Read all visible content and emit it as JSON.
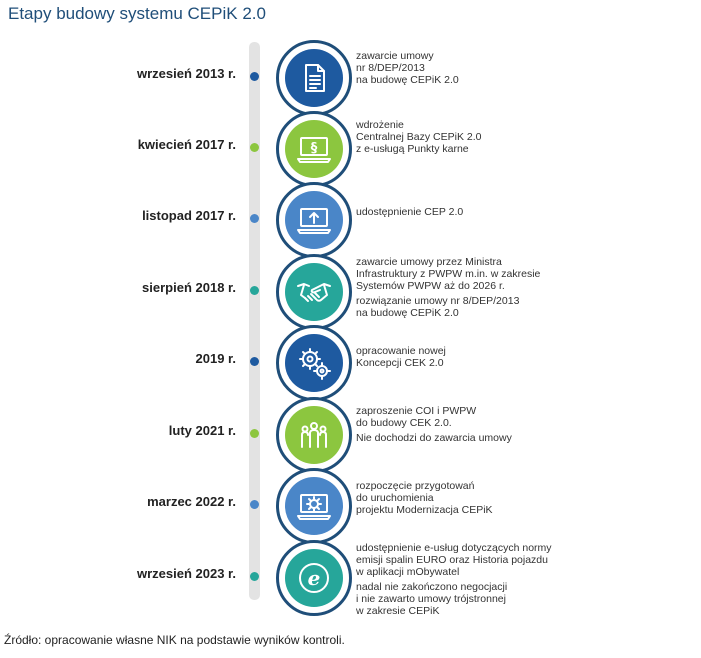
{
  "title": "Etapy budowy systemu CEPiK 2.0",
  "source": "Źródło: opracowanie własne NIK na podstawie wyników kontroli.",
  "milestones": [
    {
      "date": "wrzesień 2013 r.",
      "icon": "document-icon",
      "color": "#1e5aa0",
      "dot": "#1e5aa0",
      "text": [
        "zawarcie umowy\nnr 8/DEP/2013\nna budowę CEPiK 2.0"
      ]
    },
    {
      "date": "kwiecień 2017 r.",
      "icon": "paragraph-laptop-icon",
      "color": "#8cc63f",
      "dot": "#8cc63f",
      "text": [
        "wdrożenie\nCentralnej Bazy CEPiK 2.0\nz e-usługą Punkty karne"
      ]
    },
    {
      "date": "listopad 2017 r.",
      "icon": "upload-laptop-icon",
      "color": "#4a86c8",
      "dot": "#4a86c8",
      "text": [
        "udostępnienie CEP 2.0"
      ]
    },
    {
      "date": "sierpień 2018 r.",
      "icon": "handshake-icon",
      "color": "#26a69a",
      "dot": "#26a69a",
      "text": [
        "zawarcie umowy przez Ministra\nInfrastruktury z PWPW m.in. w zakresie\nSystemów PWPW aż do 2026 r.",
        "rozwiązanie umowy nr 8/DEP/2013\nna budowę CEPiK 2.0"
      ]
    },
    {
      "date": "2019 r.",
      "icon": "gears-icon",
      "color": "#1e5aa0",
      "dot": "#1e5aa0",
      "text": [
        "opracowanie nowej\nKoncepcji CEK 2.0"
      ]
    },
    {
      "date": "luty 2021 r.",
      "icon": "people-icon",
      "color": "#8cc63f",
      "dot": "#8cc63f",
      "text": [
        "zaproszenie COI i PWPW\ndo budowy CEK 2.0.",
        "Nie dochodzi do zawarcia umowy"
      ]
    },
    {
      "date": "marzec 2022 r.",
      "icon": "settings-laptop-icon",
      "color": "#4a86c8",
      "dot": "#4a86c8",
      "text": [
        "rozpoczęcie przygotowań\ndo uruchomienia\nprojektu Modernizacja CEPiK"
      ]
    },
    {
      "date": "wrzesień 2023 r.",
      "icon": "e-service-icon",
      "color": "#26a69a",
      "dot": "#26a69a",
      "text": [
        "udostępnienie e-usług dotyczących normy\nemisji spalin EURO oraz Historia pojazdu\nw aplikacji mObywatel",
        "nadal nie zakończono negocjacji\ni nie zawarto umowy trójstronnej\nw zakresie CEPiK"
      ]
    }
  ]
}
